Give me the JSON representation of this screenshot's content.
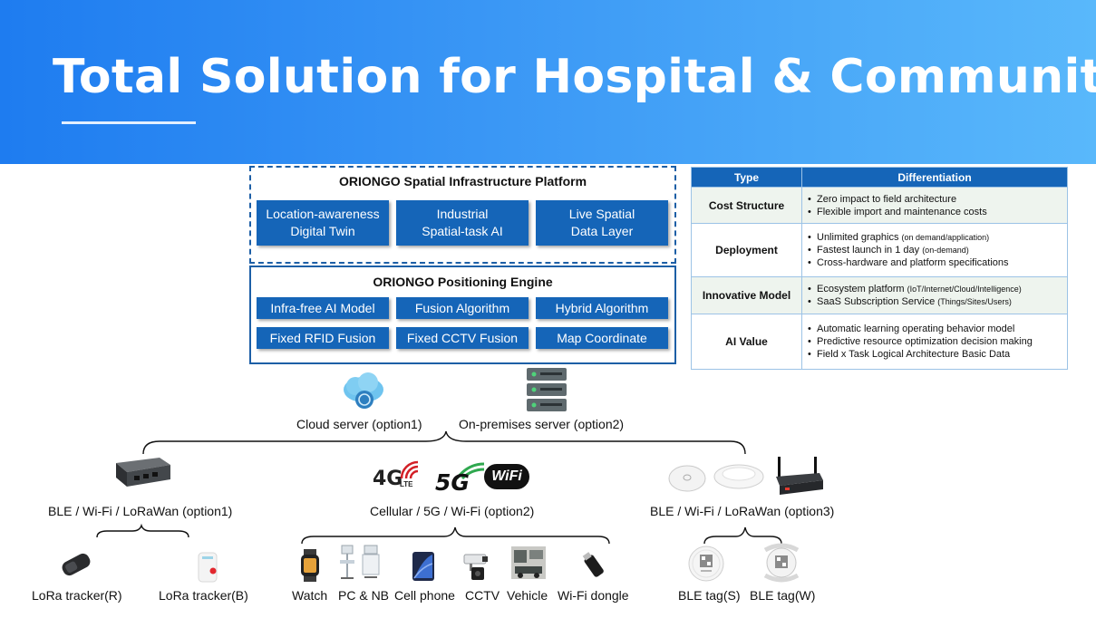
{
  "header": {
    "title": "Total Solution for Hospital & Community"
  },
  "platform": {
    "title": "ORIONGO Spatial Infrastructure Platform",
    "tiles": [
      "Location-awareness\nDigital Twin",
      "Industrial\nSpatial-task AI",
      "Live Spatial\nData Layer"
    ]
  },
  "engine": {
    "title": "ORIONGO Positioning Engine",
    "tiles": [
      "Infra-free AI Model",
      "Fusion Algorithm",
      "Hybrid Algorithm",
      "Fixed RFID Fusion",
      "Fixed CCTV Fusion",
      "Map Coordinate"
    ]
  },
  "table": {
    "headers": [
      "Type",
      "Differentiation"
    ],
    "rows": [
      {
        "type": "Cost Structure",
        "items": [
          {
            "text": "Zero impact to field architecture"
          },
          {
            "text": "Flexible import and maintenance costs"
          }
        ]
      },
      {
        "type": "Deployment",
        "items": [
          {
            "text": "Unlimited graphics ",
            "note": "(on demand/application)"
          },
          {
            "text": "Fastest launch in 1 day ",
            "note": "(on-demand)"
          },
          {
            "text": "Cross-hardware and platform specifications"
          }
        ]
      },
      {
        "type": "Innovative Model",
        "items": [
          {
            "text": "Ecosystem platform ",
            "note": "(IoT/Internet/Cloud/Intelligence)"
          },
          {
            "text": "SaaS Subscription Service ",
            "note": "(Things/Sites/Users)"
          }
        ]
      },
      {
        "type": "AI Value",
        "items": [
          {
            "text": "Automatic learning operating behavior model"
          },
          {
            "text": "Predictive resource optimization decision making"
          },
          {
            "text": "Field x Task Logical Architecture Basic Data"
          }
        ]
      }
    ]
  },
  "servers": {
    "cloud": "Cloud server (option1)",
    "onprem": "On-premises server (option2)"
  },
  "gateways": {
    "option1": "BLE / Wi-Fi / LoRaWan (option1)",
    "option2": "Cellular / 5G / Wi-Fi (option2)",
    "option3": "BLE / Wi-Fi / LoRaWan (option3)",
    "logo_4g": "4G",
    "logo_lte": "LTE",
    "logo_5g": "5G",
    "logo_wifi": "WiFi"
  },
  "devices": {
    "lora_r": "LoRa tracker(R)",
    "lora_b": "LoRa tracker(B)",
    "watch": "Watch",
    "pc_nb": "PC & NB",
    "phone": "Cell phone",
    "cctv": "CCTV",
    "vehicle": "Vehicle",
    "dongle": "Wi-Fi dongle",
    "ble_s": "BLE tag(S)",
    "ble_w": "BLE tag(W)"
  },
  "colors": {
    "banner_start": "#1e7cf0",
    "banner_end": "#59b8fb",
    "tile": "#1565b8",
    "border": "#1d5fa6",
    "cell_shade": "#eef4ee"
  }
}
